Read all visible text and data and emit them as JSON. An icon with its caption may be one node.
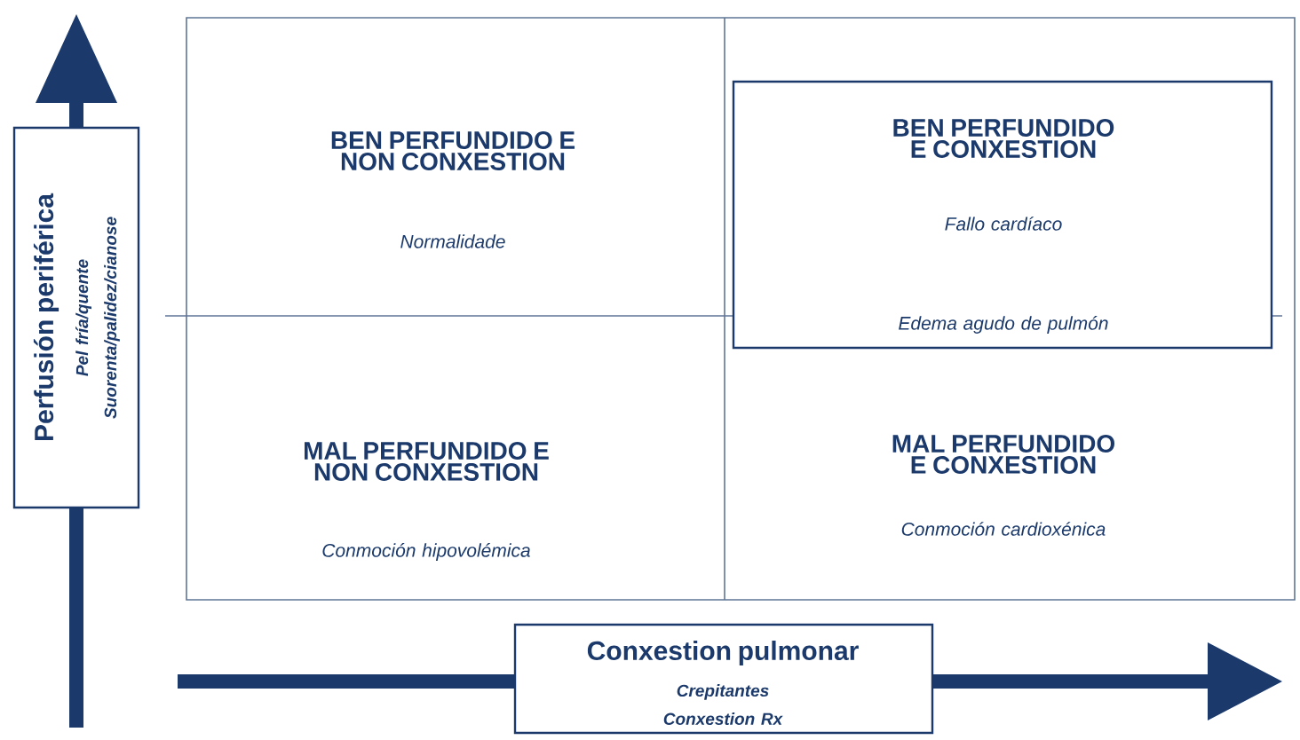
{
  "diagram": {
    "nodes": [
      {
        "text": [
          "BEN PERFUNDIDO E NON CONXESTION",
          "Normalidade"
        ]
      },
      {
        "text": [
          "BEN PERFUNDIDO E CONXESTION",
          "Fallo cardíaco",
          "Edema agudo de pulmón"
        ]
      },
      {
        "text": [
          "MAL PERFUNDIDO E NON CONXESTION",
          "Conmoción hipovolémica"
        ]
      },
      {
        "text": [
          "MAL PERFUNDIDO E CONXESTION",
          "Conmoción cardioxénica"
        ]
      },
      {
        "text": [
          "Perfusión periférica",
          "Pel fría/quente",
          "Suorenta/palidez/cianose"
        ]
      },
      {
        "text": [
          "Conxestion pulmonar",
          "Crepitantes",
          "Conxestion Rx"
        ]
      }
    ]
  }
}
